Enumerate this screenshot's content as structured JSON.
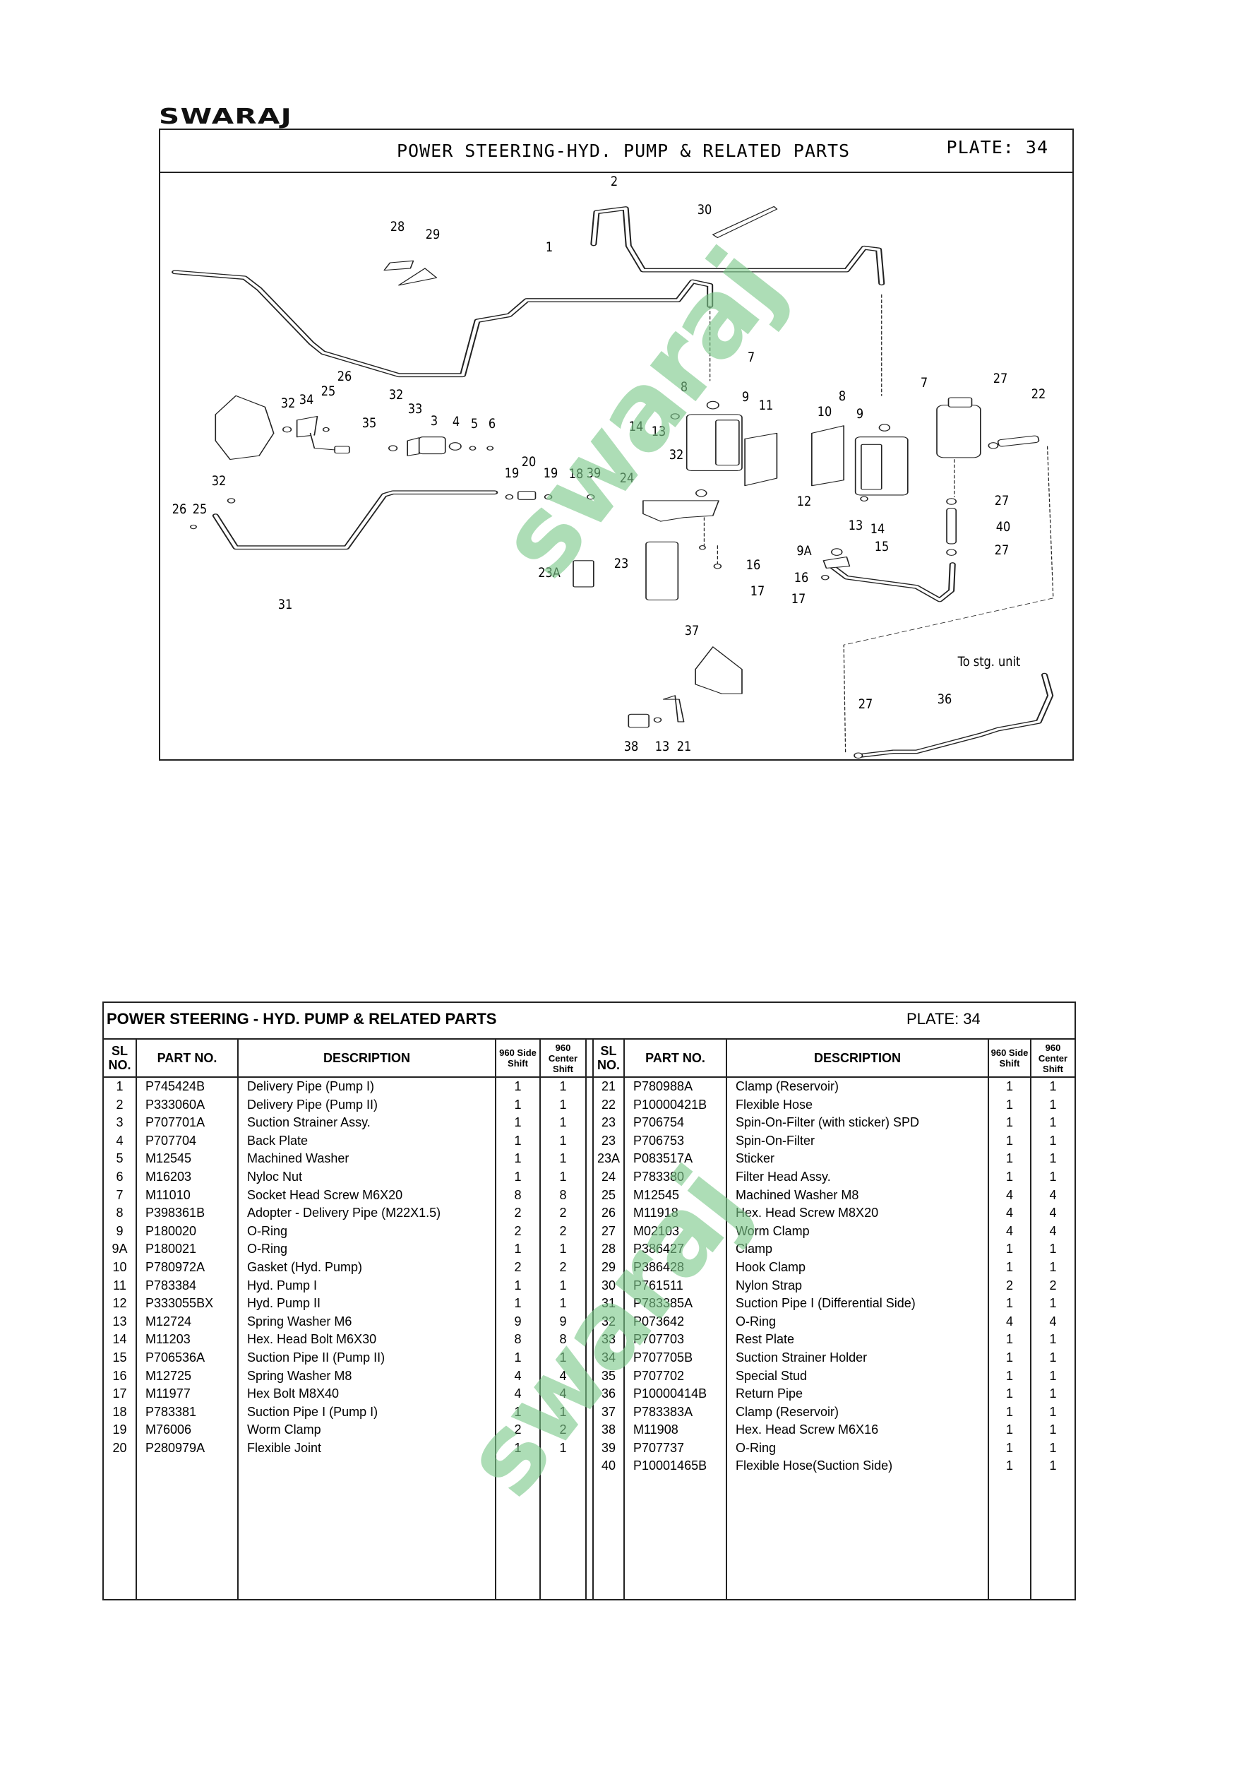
{
  "brand": "SWARAJ",
  "watermark": "swaraj",
  "diagram": {
    "title": "POWER STEERING-HYD. PUMP & RELATED PARTS",
    "plate": "PLATE: 34",
    "note": "To stg. unit",
    "callouts": [
      "2",
      "30",
      "28",
      "29",
      "1",
      "7",
      "7",
      "8",
      "9",
      "11",
      "8",
      "9",
      "10",
      "27",
      "22",
      "26",
      "25",
      "32",
      "34",
      "32",
      "33",
      "35",
      "3",
      "4",
      "5",
      "6",
      "14",
      "13",
      "32",
      "26",
      "25",
      "19",
      "20",
      "19",
      "18",
      "39",
      "24",
      "32",
      "12",
      "13",
      "14",
      "27",
      "40",
      "27",
      "9A",
      "15",
      "16",
      "17",
      "16",
      "17",
      "23",
      "23A",
      "31",
      "37",
      "38",
      "13",
      "21",
      "27",
      "36"
    ]
  },
  "table": {
    "title": "POWER STEERING - HYD. PUMP & RELATED PARTS",
    "plate": "PLATE: 34",
    "headers": {
      "sl": "SL NO.",
      "part": "PART NO.",
      "desc": "DESCRIPTION",
      "side": "960 Side Shift",
      "center": "960 Center Shift"
    },
    "left": [
      [
        "1",
        "P745424B",
        "Delivery Pipe (Pump I)",
        "1",
        "1"
      ],
      [
        "2",
        "P333060A",
        "Delivery Pipe (Pump II)",
        "1",
        "1"
      ],
      [
        "3",
        "P707701A",
        "Suction Strainer Assy.",
        "1",
        "1"
      ],
      [
        "4",
        "P707704",
        "Back Plate",
        "1",
        "1"
      ],
      [
        "5",
        "M12545",
        "Machined Washer",
        "1",
        "1"
      ],
      [
        "6",
        "M16203",
        "Nyloc Nut",
        "1",
        "1"
      ],
      [
        "7",
        "M11010",
        "Socket Head Screw M6X20",
        "8",
        "8"
      ],
      [
        "8",
        "P398361B",
        "Adopter - Delivery Pipe (M22X1.5)",
        "2",
        "2"
      ],
      [
        "9",
        "P180020",
        "O-Ring",
        "2",
        "2"
      ],
      [
        "9A",
        "P180021",
        "O-Ring",
        "1",
        "1"
      ],
      [
        "10",
        "P780972A",
        "Gasket (Hyd. Pump)",
        "2",
        "2"
      ],
      [
        "11",
        "P783384",
        "Hyd. Pump I",
        "1",
        "1"
      ],
      [
        "12",
        "P333055BX",
        "Hyd. Pump II",
        "1",
        "1"
      ],
      [
        "13",
        "M12724",
        "Spring Washer M6",
        "9",
        "9"
      ],
      [
        "14",
        "M11203",
        "Hex. Head Bolt M6X30",
        "8",
        "8"
      ],
      [
        "15",
        "P706536A",
        "Suction Pipe II (Pump II)",
        "1",
        "1"
      ],
      [
        "16",
        "M12725",
        "Spring Washer M8",
        "4",
        "4"
      ],
      [
        "17",
        "M11977",
        "Hex Bolt M8X40",
        "4",
        "4"
      ],
      [
        "18",
        "P783381",
        "Suction Pipe I (Pump I)",
        "1",
        "1"
      ],
      [
        "19",
        "M76006",
        "Worm Clamp",
        "2",
        "2"
      ],
      [
        "20",
        "P280979A",
        "Flexible Joint",
        "1",
        "1"
      ]
    ],
    "right": [
      [
        "21",
        "P780988A",
        "Clamp (Reservoir)",
        "1",
        "1"
      ],
      [
        "22",
        "P10000421B",
        "Flexible Hose",
        "1",
        "1"
      ],
      [
        "23",
        "P706754",
        "Spin-On-Filter (with sticker) SPD",
        "1",
        "1"
      ],
      [
        "23",
        "P706753",
        "Spin-On-Filter",
        "1",
        "1"
      ],
      [
        "23A",
        "P083517A",
        "Sticker",
        "1",
        "1"
      ],
      [
        "24",
        "P783380",
        "Filter Head Assy.",
        "1",
        "1"
      ],
      [
        "25",
        "M12545",
        "Machined Washer M8",
        "4",
        "4"
      ],
      [
        "26",
        "M11918",
        "Hex. Head Screw M8X20",
        "4",
        "4"
      ],
      [
        "27",
        "M02103",
        "Worm Clamp",
        "4",
        "4"
      ],
      [
        "28",
        "P386427",
        "Clamp",
        "1",
        "1"
      ],
      [
        "29",
        "P386428",
        "Hook Clamp",
        "1",
        "1"
      ],
      [
        "30",
        "P761511",
        "Nylon Strap",
        "2",
        "2"
      ],
      [
        "31",
        "P783385A",
        "Suction Pipe I (Differential Side)",
        "1",
        "1"
      ],
      [
        "32",
        "P073642",
        "O-Ring",
        "4",
        "4"
      ],
      [
        "33",
        "P707703",
        "Rest Plate",
        "1",
        "1"
      ],
      [
        "34",
        "P707705B",
        "Suction Strainer Holder",
        "1",
        "1"
      ],
      [
        "35",
        "P707702",
        "Special Stud",
        "1",
        "1"
      ],
      [
        "36",
        "P10000414B",
        "Return Pipe",
        "1",
        "1"
      ],
      [
        "37",
        "P783383A",
        "Clamp (Reservoir)",
        "1",
        "1"
      ],
      [
        "38",
        "M11908",
        "Hex. Head Screw M6X16",
        "1",
        "1"
      ],
      [
        "39",
        "P707737",
        "O-Ring",
        "1",
        "1"
      ],
      [
        "40",
        "P10001465B",
        "Flexible Hose(Suction Side)",
        "1",
        "1"
      ]
    ]
  }
}
